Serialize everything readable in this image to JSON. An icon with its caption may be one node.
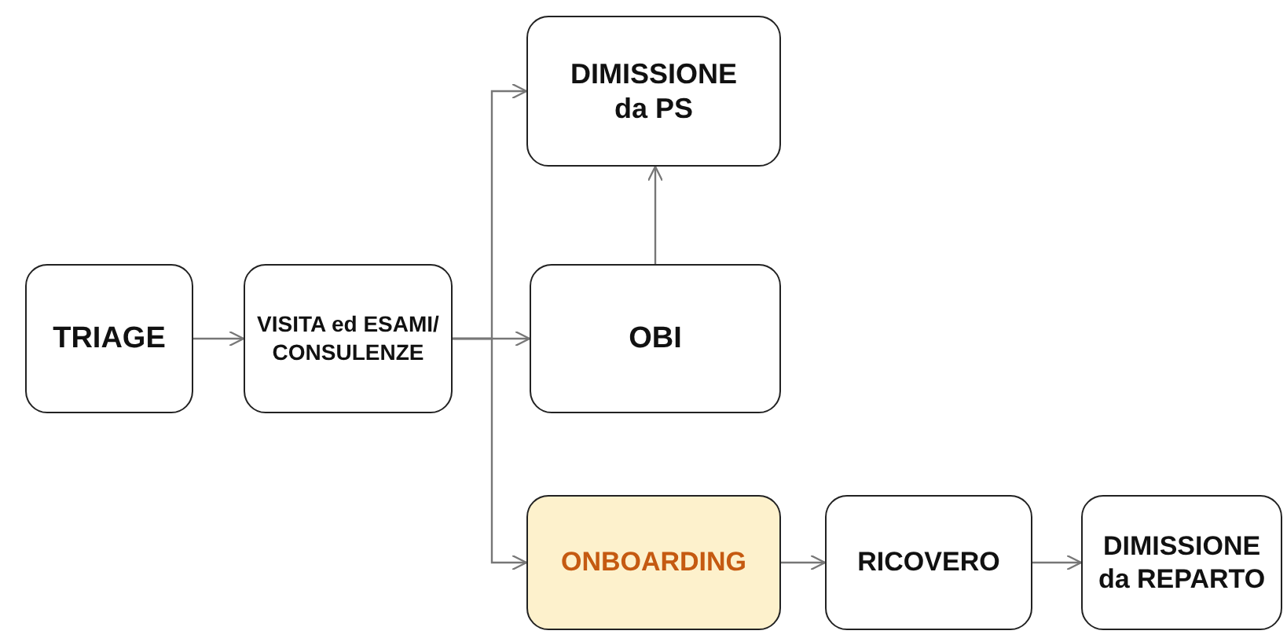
{
  "diagram": {
    "nodes": [
      {
        "text": [
          "TRIAGE"
        ]
      },
      {
        "text": [
          "VISITA ed ESAMI/ CONSULENZE"
        ]
      },
      {
        "text": [
          "DIMISSIONE da PS"
        ]
      },
      {
        "text": [
          "OBI"
        ]
      },
      {
        "text": [
          "ONBOARDING"
        ]
      },
      {
        "text": [
          "RICOVERO"
        ]
      },
      {
        "text": [
          "DIMISSIONE da REPARTO"
        ]
      }
    ],
    "edges": [
      {
        "from": 0,
        "to": 1,
        "arrow": "to"
      },
      {
        "from": 1,
        "to": 2,
        "arrow": "to"
      },
      {
        "from": 1,
        "to": 3,
        "arrow": "to"
      },
      {
        "from": 1,
        "to": 4,
        "arrow": "to"
      },
      {
        "from": 3,
        "to": 2,
        "arrow": "to"
      },
      {
        "from": 4,
        "to": 5,
        "arrow": "to"
      },
      {
        "from": 5,
        "to": 6,
        "arrow": "to"
      }
    ]
  }
}
